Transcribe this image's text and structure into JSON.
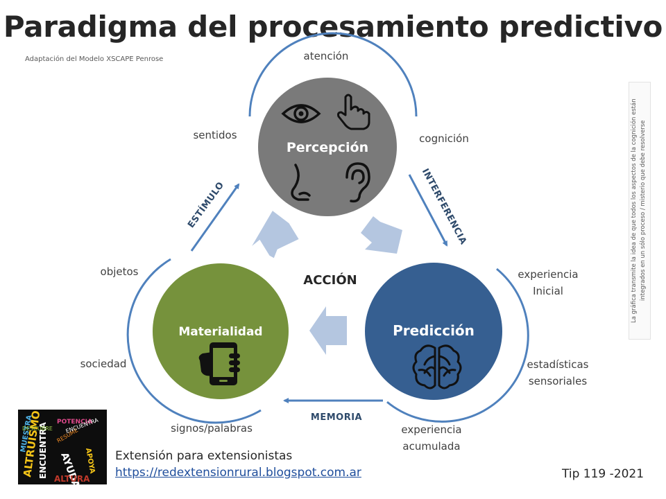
{
  "header": {
    "title": "Paradigma del procesamiento predictivo",
    "subtitle": "Adaptación del Modelo XSCAPE Penrose"
  },
  "nodes": {
    "percepcion": "Percepción",
    "materialidad": "Materialidad",
    "prediccion": "Predicción"
  },
  "center_label": "ACCIÓN",
  "arrow_labels": {
    "estimulo": "ESTÍMULO",
    "interferencia": "INTERFERENCIA",
    "memoria": "MEMORIA"
  },
  "labels": {
    "atencion": "atención",
    "sentidos": "sentidos",
    "cognicion": "cognición",
    "objetos": "objetos",
    "sociedad": "sociedad",
    "signos": "signos/palabras",
    "experiencia_inicial_1": "experiencia",
    "experiencia_inicial_2": "Inicial",
    "estadisticas_1": "estadísticas",
    "estadisticas_2": "sensoriales",
    "experiencia_acumulada_1": "experiencia",
    "experiencia_acumulada_2": "acumulada"
  },
  "side_note": "La gráfica transmite la idea de que todos los aspectos de la cognición están integrados en un sólo proceso / misterio que debe resolverse",
  "footer": {
    "title": "Extensión para extensionistas",
    "link": "https://redextensionrural.blogspot.com.ar",
    "tip": "Tip 119 -2021"
  },
  "logo_words": [
    "ALTRUISMO",
    "ENCUENTRA",
    "POTENCIA",
    "AYUDA",
    "MUESTRA",
    "RESUME",
    "DESCUBRE",
    "ENCUENTRA",
    "ALTURA",
    "APOYA"
  ],
  "icons": [
    "eye-icon",
    "pointing-hand-icon",
    "nose-icon",
    "ear-icon",
    "smartphone-icon",
    "brain-icon"
  ],
  "colors": {
    "percepcion": "#7a7a7a",
    "materialidad": "#76923c",
    "prediccion": "#365f91",
    "arc": "#4f81bd",
    "block_arrow": "#b4c6e0"
  }
}
